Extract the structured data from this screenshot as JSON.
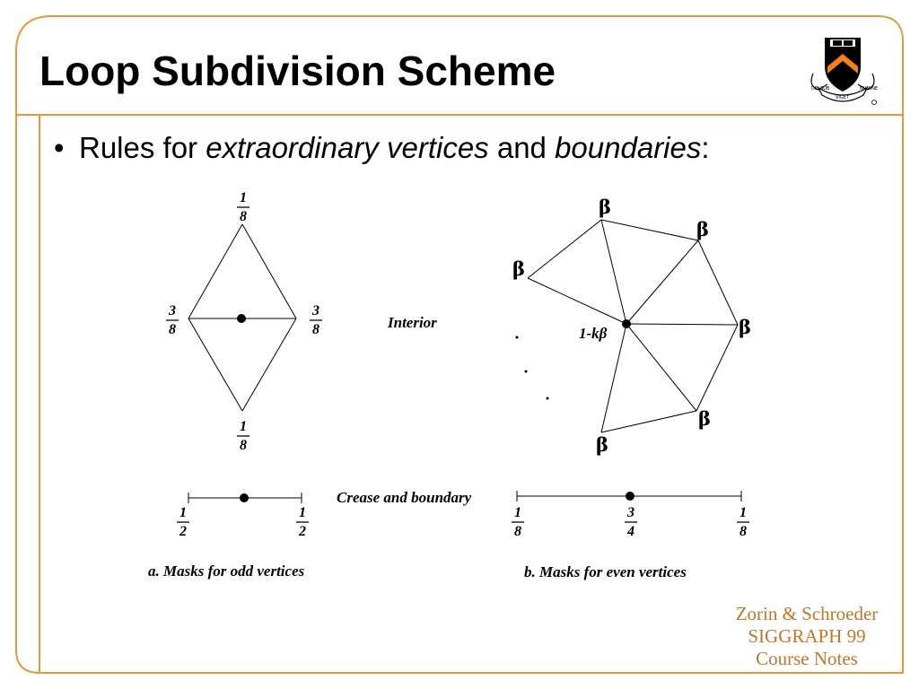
{
  "slide": {
    "title": "Loop Subdivision Scheme",
    "bullet": {
      "prefix": "Rules for ",
      "em1": "extraordinary vertices",
      "middle": " and ",
      "em2": "boundaries",
      "suffix": ":"
    }
  },
  "diagram": {
    "odd": {
      "top": {
        "num": "1",
        "den": "8"
      },
      "left": {
        "num": "3",
        "den": "8"
      },
      "right": {
        "num": "3",
        "den": "8"
      },
      "bottom": {
        "num": "1",
        "den": "8"
      },
      "boundary_left": {
        "num": "1",
        "den": "2"
      },
      "boundary_right": {
        "num": "1",
        "den": "2"
      },
      "caption": "a.  Masks for odd vertices"
    },
    "interior_label": "Interior",
    "crease_label": "Crease and boundary",
    "even": {
      "beta": "β",
      "center": "1-kβ",
      "boundary_left": {
        "num": "1",
        "den": "8"
      },
      "boundary_mid": {
        "num": "3",
        "den": "4"
      },
      "boundary_right": {
        "num": "1",
        "den": "8"
      },
      "caption": "b.  Masks for even vertices"
    }
  },
  "credits": [
    "Zorin & Schroeder",
    "SIGGRAPH 99",
    "Course Notes"
  ],
  "logo": {
    "ribbon_left": "DEI SUB",
    "ribbon_right": "NUMINE",
    "ribbon_bottom": "VIGET"
  },
  "colors": {
    "frame": "#e39a3b",
    "credit": "#c0762a",
    "shield": "#f07f1d"
  }
}
